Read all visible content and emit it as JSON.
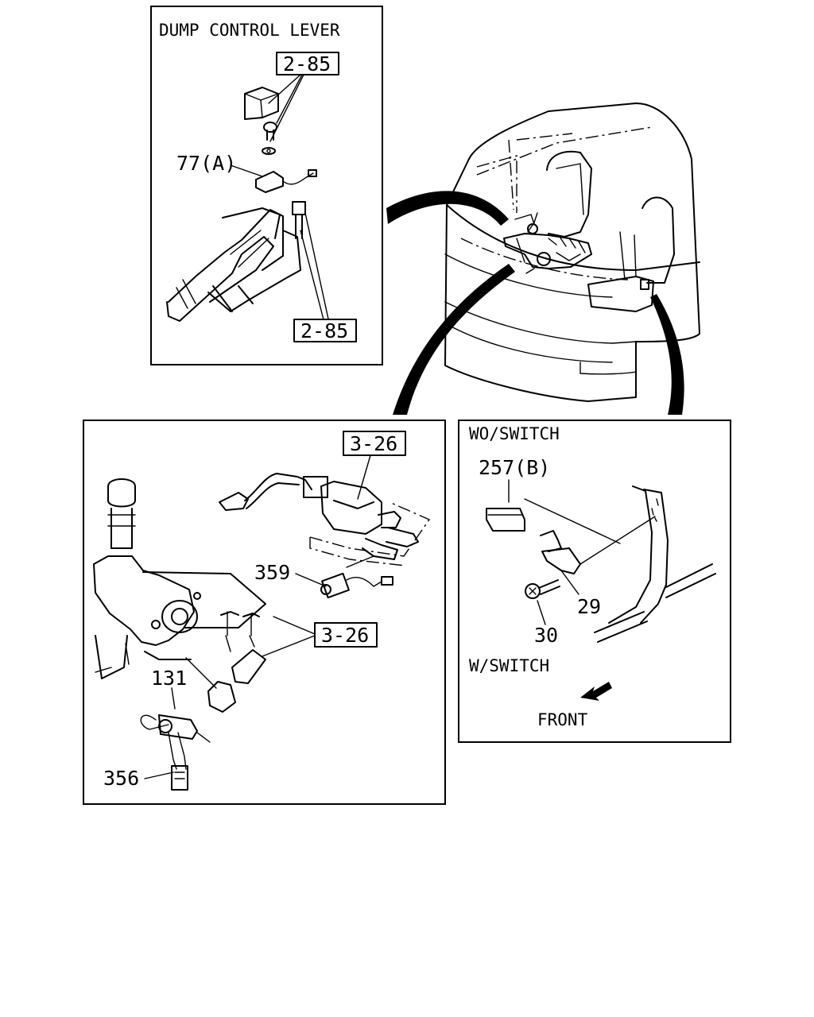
{
  "panels": {
    "dump_control_lever": {
      "title": "DUMP CONTROL LEVER",
      "refs": [
        "2-85",
        "2-85"
      ],
      "callouts": [
        "77(A)"
      ]
    },
    "hydraulic_switch": {
      "refs": [
        "3-26",
        "3-26"
      ],
      "callouts": [
        "359",
        "131",
        "356"
      ]
    },
    "seat_switch": {
      "wo_switch": "WO/SWITCH",
      "w_switch": "W/SWITCH",
      "front": "FRONT",
      "callouts": [
        "257(B)",
        "29",
        "30"
      ]
    }
  }
}
